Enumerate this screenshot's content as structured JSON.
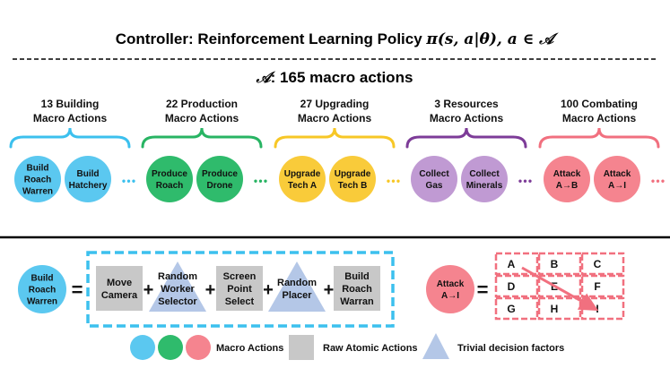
{
  "title": {
    "prefix": "Controller: Reinforcement Learning Policy ",
    "formula": "π(s, a|θ), a ∈ 𝒜"
  },
  "action_space": {
    "symbol": "𝒜",
    "text": ": 165 macro actions"
  },
  "groups": [
    {
      "line1": "13 Building",
      "line2": "Macro Actions",
      "color": "#3cc0ee",
      "items": [
        [
          "Build",
          "Roach",
          "Warren"
        ],
        [
          "Build",
          "Hatchery"
        ]
      ]
    },
    {
      "line1": "22 Production",
      "line2": "Macro Actions",
      "color": "#28b463",
      "items": [
        [
          "Produce",
          "Roach"
        ],
        [
          "Produce",
          "Drone"
        ]
      ]
    },
    {
      "line1": "27 Upgrading",
      "line2": "Macro Actions",
      "color": "#f7c726",
      "items": [
        [
          "Upgrade",
          "Tech A"
        ],
        [
          "Upgrade",
          "Tech B"
        ]
      ]
    },
    {
      "line1": "3 Resources",
      "line2": "Macro Actions",
      "color": "#7d3c98",
      "items": [
        [
          "Collect",
          "Gas"
        ],
        [
          "Collect",
          "Minerals"
        ]
      ]
    },
    {
      "line1": "100 Combating",
      "line2": "Macro Actions",
      "color": "#f1707f",
      "items": [
        [
          "Attack",
          "A→B"
        ],
        [
          "Attack",
          "A→I"
        ]
      ]
    }
  ],
  "circle_fill_colors": [
    "#5bc8f0",
    "#2fbb6c",
    "#f9cb3a",
    "#c09ad3",
    "#f5848f"
  ],
  "ellipsis": "• • •",
  "decomposition": {
    "macro_label": [
      "Build",
      "Roach",
      "Warren"
    ],
    "equals": "=",
    "plus": "+",
    "box_border_color": "#3cc0ee",
    "elements": [
      {
        "kind": "square",
        "lines": [
          "Move",
          "Camera"
        ]
      },
      {
        "kind": "triangle",
        "lines": [
          "Random",
          "Worker",
          "Selector"
        ]
      },
      {
        "kind": "square",
        "lines": [
          "Screen",
          "Point",
          "Select"
        ]
      },
      {
        "kind": "triangle",
        "lines": [
          "Random",
          "Placer"
        ]
      },
      {
        "kind": "square",
        "lines": [
          "Build",
          "Roach",
          "Warran"
        ]
      }
    ]
  },
  "attack": {
    "macro_label": [
      "Attack",
      "A→I"
    ],
    "equals": "=",
    "grid": [
      [
        "A",
        "B",
        "C"
      ],
      [
        "D",
        "E",
        "F"
      ],
      [
        "G",
        "H",
        "I"
      ]
    ],
    "color": "#f1707f"
  },
  "legend": [
    {
      "kind": "circles",
      "label": "Macro Actions"
    },
    {
      "kind": "square",
      "label": "Raw Atomic Actions"
    },
    {
      "kind": "triangle",
      "label": "Trivial decision factors"
    }
  ],
  "colors": {
    "square_fill": "#c8c8c8",
    "triangle_fill": "#b4c7e7",
    "divider": "#000000"
  }
}
